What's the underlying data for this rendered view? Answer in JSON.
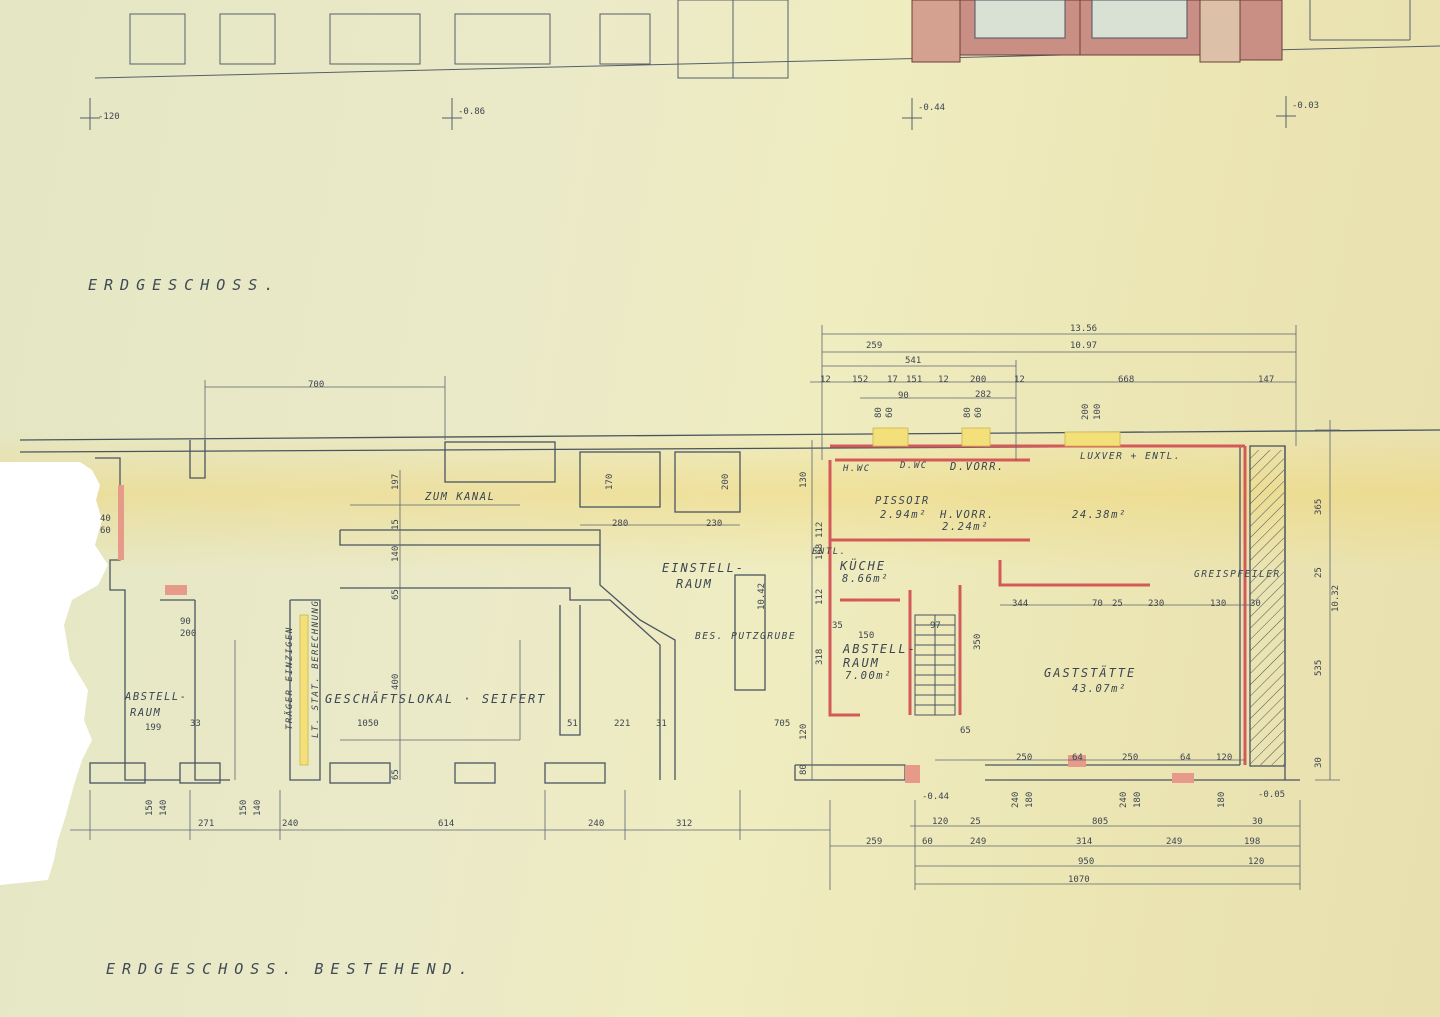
{
  "titles": {
    "erdgeschoss": "ERDGESCHOSS.",
    "bestehend": "ERDGESCHOSS. BESTEHEND."
  },
  "rooms": {
    "einstellraum_1": "EINSTELL-",
    "einstellraum_2": "RAUM",
    "kueche": "KÜCHE",
    "kueche_area": "8.66m²",
    "abstellraum_right_1": "ABSTELL-",
    "abstellraum_right_2": "RAUM",
    "abstellraum_right_area": "7.00m²",
    "abstellraum_left_1": "ABSTELL-",
    "abstellraum_left_2": "RAUM",
    "gaststaette": "GASTSTÄTTE",
    "gaststaette_area": "43.07m²",
    "area_24": "24.38m²",
    "pissoir": "PISSOIR",
    "pissoir_area": "2.94m²",
    "d_vorr": "D.VORR.",
    "h_vorr": "H.VORR.",
    "d_wc": "D.WC",
    "h_wc": "H.WC",
    "h_vorr_area": "2.24m²",
    "geschaeftslokal": "GESCHÄFTSLOKAL · SEIFERT",
    "zum_kanal": "ZUM KANAL",
    "bes_putzgrube": "BES. PUTZGRUBE",
    "luxver": "LUXVER + ENTL.",
    "gerspfeiler": "GREISPFEILER",
    "traeger_1": "TRÄGER EINZIGEN",
    "traeger_2": "LT. STAT. BERECHNUNG",
    "entl": "ENTL."
  },
  "levels": {
    "l1": "-120",
    "l2": "-0.86",
    "l3": "-0.44",
    "l4": "-0.03",
    "l5": "-0.44",
    "l6": "-0.05"
  },
  "dims_top": {
    "d1356": "13.56",
    "d1097": "10.97",
    "d259": "259",
    "d541": "541",
    "d12a": "12",
    "d152": "152",
    "d17": "17",
    "d151": "151",
    "d12b": "12",
    "d200": "200",
    "d12c": "12",
    "d668": "668",
    "d147": "147",
    "d90": "90",
    "d282": "282",
    "d700": "700",
    "d80a": "80",
    "d60a": "60",
    "d80b": "80",
    "d60b": "60",
    "d200b": "200",
    "d100": "100"
  },
  "dims_bottom": {
    "b271": "271",
    "b240a": "240",
    "b614": "614",
    "b240b": "240",
    "b312": "312",
    "b120": "120",
    "b25": "25",
    "b805": "805",
    "b30": "30",
    "b259": "259",
    "b60": "60",
    "b249a": "249",
    "b314": "314",
    "b249b": "249",
    "b198": "198",
    "b950": "950",
    "b120b": "120",
    "b1070": "1070",
    "b150a": "150",
    "b140a": "140",
    "b150b": "150",
    "b140b": "140",
    "b240c": "240",
    "b180a": "180",
    "b240d": "240",
    "b180b": "180",
    "b180c": "180"
  },
  "dims_inner": {
    "i280": "280",
    "i230": "230",
    "i344": "344",
    "i230b": "230",
    "i130": "130",
    "i30": "30",
    "i70": "70",
    "i25": "25",
    "i250a": "250",
    "i64a": "64",
    "i250b": "250",
    "i64b": "64",
    "i120": "120",
    "i221": "221",
    "i51": "51",
    "i31": "31",
    "i705": "705",
    "i1050": "1050",
    "i199": "199",
    "i33": "33",
    "i90": "90",
    "i200": "200",
    "i150": "150",
    "i97": "97",
    "i35": "35",
    "i65": "65",
    "v197": "197",
    "v15": "15",
    "v140": "140",
    "v65": "65",
    "v400": "400",
    "v65b": "65",
    "v130": "130",
    "v168": "168",
    "v112": "112",
    "v1042": "10.42",
    "v318": "318",
    "v112b": "112",
    "v120": "120",
    "v80": "80",
    "v350": "350",
    "v365": "365",
    "v535": "535",
    "v1032": "10.32",
    "v25": "25",
    "v30": "30",
    "v170": "170",
    "v200": "200",
    "v40": "40",
    "v60": "60"
  }
}
